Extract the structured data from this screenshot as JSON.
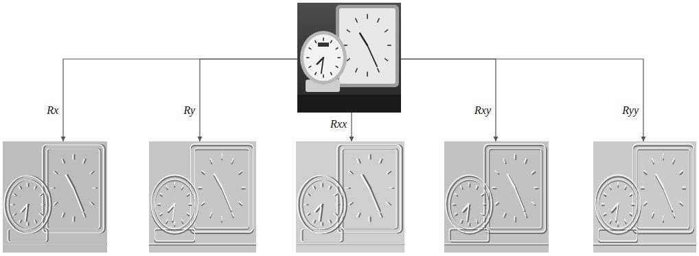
{
  "diagram": {
    "nodes": [
      {
        "text": []
      },
      {
        "text": []
      },
      {
        "text": []
      },
      {
        "text": []
      },
      {
        "text": []
      },
      {
        "text": []
      }
    ],
    "edges": [
      {
        "from": 0,
        "to": 1,
        "arrow": "to",
        "label": "Rx"
      },
      {
        "from": 0,
        "to": 2,
        "arrow": "to",
        "label": "Ry"
      },
      {
        "from": 0,
        "to": 3,
        "arrow": "to",
        "label": "Rxx"
      },
      {
        "from": 0,
        "to": 4,
        "arrow": "to",
        "label": "Rxy"
      },
      {
        "from": 0,
        "to": 5,
        "arrow": "to",
        "label": "Ryy"
      }
    ]
  }
}
